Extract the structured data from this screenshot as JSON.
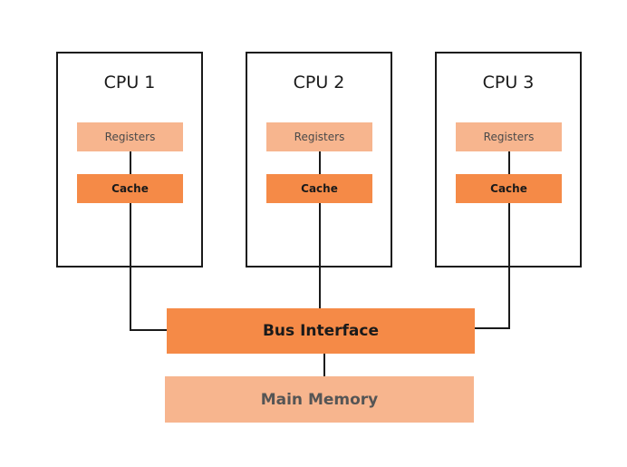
{
  "cpus": [
    {
      "title": "CPU 1",
      "registers": "Registers",
      "cache": "Cache"
    },
    {
      "title": "CPU 2",
      "registers": "Registers",
      "cache": "Cache"
    },
    {
      "title": "CPU 3",
      "registers": "Registers",
      "cache": "Cache"
    }
  ],
  "bus": {
    "label": "Bus Interface"
  },
  "memory": {
    "label": "Main Memory"
  },
  "colors": {
    "cache_and_bus": "#f58a47",
    "registers_and_memory": "#f7b58e",
    "outline": "#1a1a1a"
  }
}
